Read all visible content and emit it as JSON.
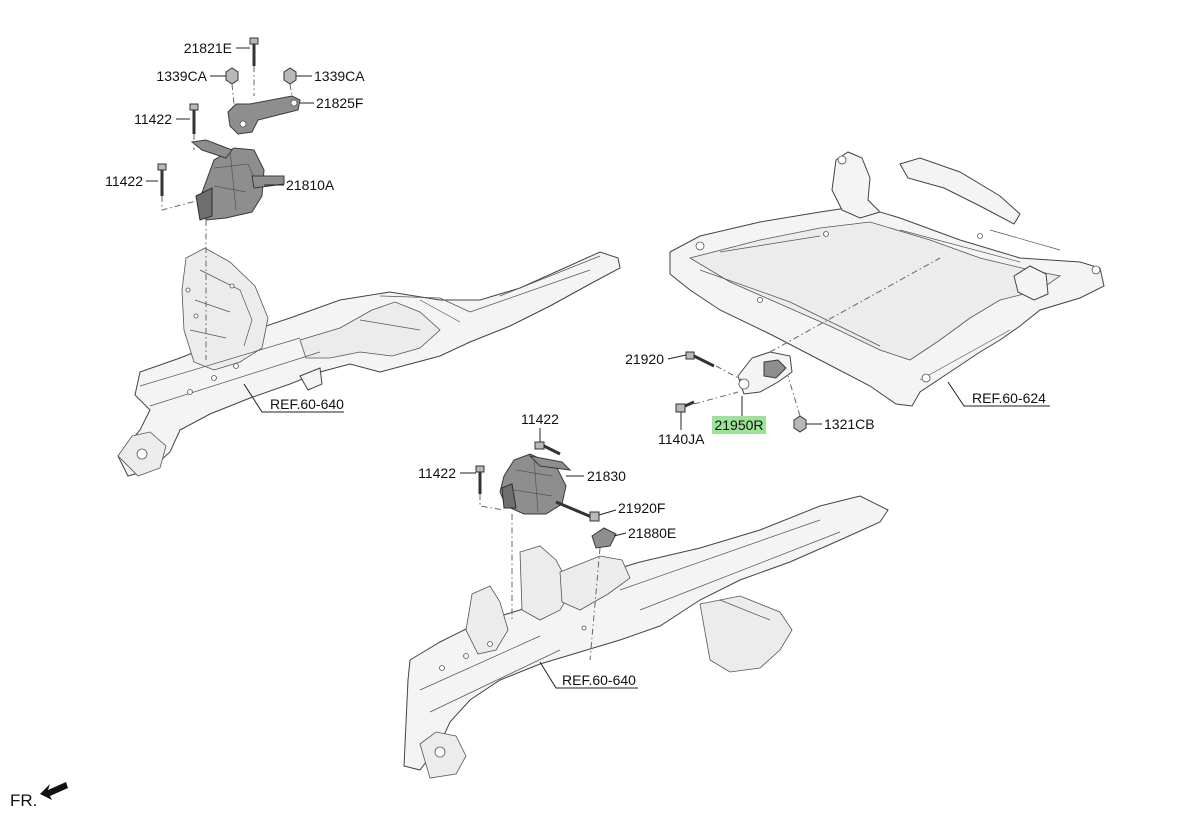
{
  "labels": {
    "l_21821E": "21821E",
    "l_1339CA_a": "1339CA",
    "l_1339CA_b": "1339CA",
    "l_21825F": "21825F",
    "l_11422_a": "11422",
    "l_11422_b": "11422",
    "l_21810A": "21810A",
    "l_21920": "21920",
    "l_1140JA": "1140JA",
    "l_21950R": "21950R",
    "l_1321CB": "1321CB",
    "l_11422_c": "11422",
    "l_11422_d": "11422",
    "l_21830": "21830",
    "l_21920F": "21920F",
    "l_21880E": "21880E"
  },
  "references": {
    "ref_1": "REF.60-640",
    "ref_2": "REF.60-624",
    "ref_3": "REF.60-640"
  },
  "orientation": {
    "label": "FR."
  },
  "highlight_color": "#9ee29a"
}
